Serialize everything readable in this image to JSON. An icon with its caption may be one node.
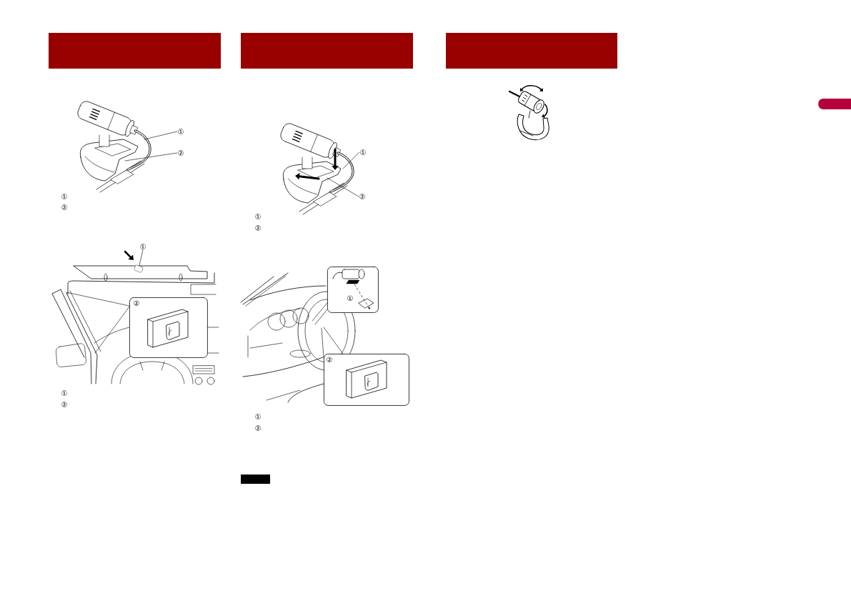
{
  "diagram": {
    "nodes": [
      {
        "text": [
          "①"
        ]
      },
      {
        "text": [
          "②"
        ]
      },
      {
        "text": [
          "①"
        ]
      },
      {
        "text": [],
        "shape": "picture"
      },
      {
        "text": [
          "②"
        ]
      },
      {
        "text": [
          "①"
        ]
      },
      {
        "text": [
          "②"
        ]
      },
      {
        "text": [
          "①"
        ]
      },
      {
        "text": [
          "②"
        ]
      }
    ],
    "edges": [
      {
        "from": 0,
        "to": null,
        "arrow": "none"
      },
      {
        "from": 1,
        "to": null,
        "arrow": "none"
      },
      {
        "from": 2,
        "to": 3,
        "arrow": "none"
      },
      {
        "from": 4,
        "to": null,
        "arrow": "none"
      },
      {
        "from": 4,
        "to": null,
        "arrow": "none"
      },
      {
        "from": 5,
        "to": null,
        "arrow": "none"
      },
      {
        "from": 6,
        "to": null,
        "arrow": "none"
      },
      {
        "from": 7,
        "to": null,
        "arrow": "none"
      },
      {
        "from": 7,
        "to": null,
        "arrow": "none"
      },
      {
        "from": 8,
        "to": null,
        "arrow": "none"
      },
      {
        "from": 8,
        "to": null,
        "arrow": "none"
      }
    ],
    "labels": [
      "①",
      "②",
      "①",
      "②",
      "①",
      "②",
      "①",
      "②"
    ]
  }
}
